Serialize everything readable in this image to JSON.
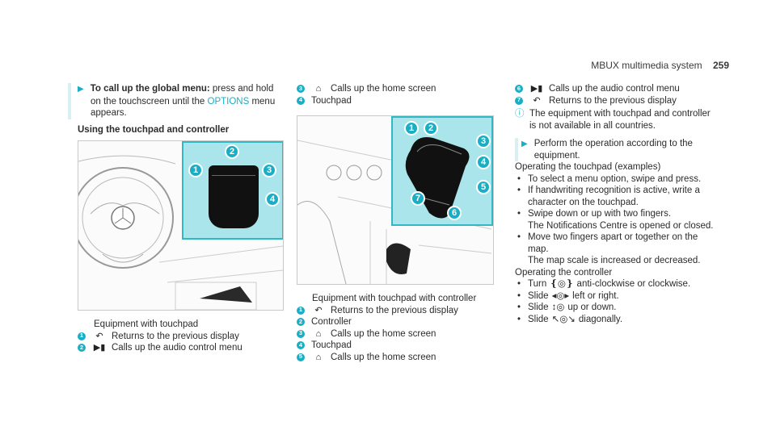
{
  "header": {
    "title": "MBUX multimedia system",
    "page": "259"
  },
  "col1": {
    "intro_bold": "To call up the global menu:",
    "intro_text1": " press and hold",
    "intro_line2a": "on the touchscreen until the ",
    "intro_options": "OPTIONS",
    "intro_line2b": " menu",
    "intro_line3": "appears.",
    "subheading": "Using the touchpad and controller",
    "caption": "Equipment with touchpad",
    "items": [
      {
        "num": "1",
        "icon": "back-arrow-icon",
        "text": "Returns to the previous display"
      },
      {
        "num": "2",
        "icon": "skip-forward-icon",
        "text": "Calls up the audio control menu"
      }
    ],
    "figure": {
      "callouts": [
        "1",
        "2",
        "3",
        "4"
      ]
    }
  },
  "col2": {
    "top_items": [
      {
        "num": "3",
        "icon": "home-icon",
        "text": "Calls up the home screen"
      },
      {
        "num": "4",
        "icon": "",
        "text": "Touchpad"
      }
    ],
    "caption": "Equipment with touchpad with controller",
    "items": [
      {
        "num": "1",
        "icon": "back-arrow-icon",
        "text": "Returns to the previous display"
      },
      {
        "num": "2",
        "icon": "",
        "text": "Controller"
      },
      {
        "num": "3",
        "icon": "home-icon",
        "text": "Calls up the home screen"
      },
      {
        "num": "4",
        "icon": "",
        "text": "Touchpad"
      },
      {
        "num": "5",
        "icon": "home-icon",
        "text": "Calls up the home screen"
      }
    ],
    "figure": {
      "callouts": [
        "1",
        "2",
        "3",
        "4",
        "5",
        "6",
        "7"
      ]
    }
  },
  "col3": {
    "items": [
      {
        "num": "6",
        "icon": "skip-forward-icon",
        "text": "Calls up the audio control menu"
      },
      {
        "num": "7",
        "icon": "back-arrow-icon",
        "text": "Returns to the previous display"
      }
    ],
    "note_l1": "The equipment with touchpad and controller",
    "note_l2": "is not available in all countries.",
    "step_l1": "Perform the operation according to the",
    "step_l2": "equipment.",
    "op_touchpad": "Operating the touchpad (examples)",
    "tp_bullets": [
      [
        "To select a menu option, swipe and press."
      ],
      [
        "If handwriting recognition is active, write a",
        "character on the touchpad."
      ],
      [
        "Swipe down or up with two fingers.",
        "The Notifications Centre is opened or closed."
      ],
      [
        "Move two fingers apart or together on the",
        "map.",
        "The map scale is increased or decreased."
      ]
    ],
    "op_controller": "Operating the controller",
    "ctrl_bullets": [
      {
        "pre": "Turn",
        "post": "anti-clockwise or clockwise."
      },
      {
        "pre": "Slide",
        "post": "left or right."
      },
      {
        "pre": "Slide",
        "post": "up or down."
      },
      {
        "pre": "Slide",
        "post": "diagonally."
      }
    ]
  }
}
